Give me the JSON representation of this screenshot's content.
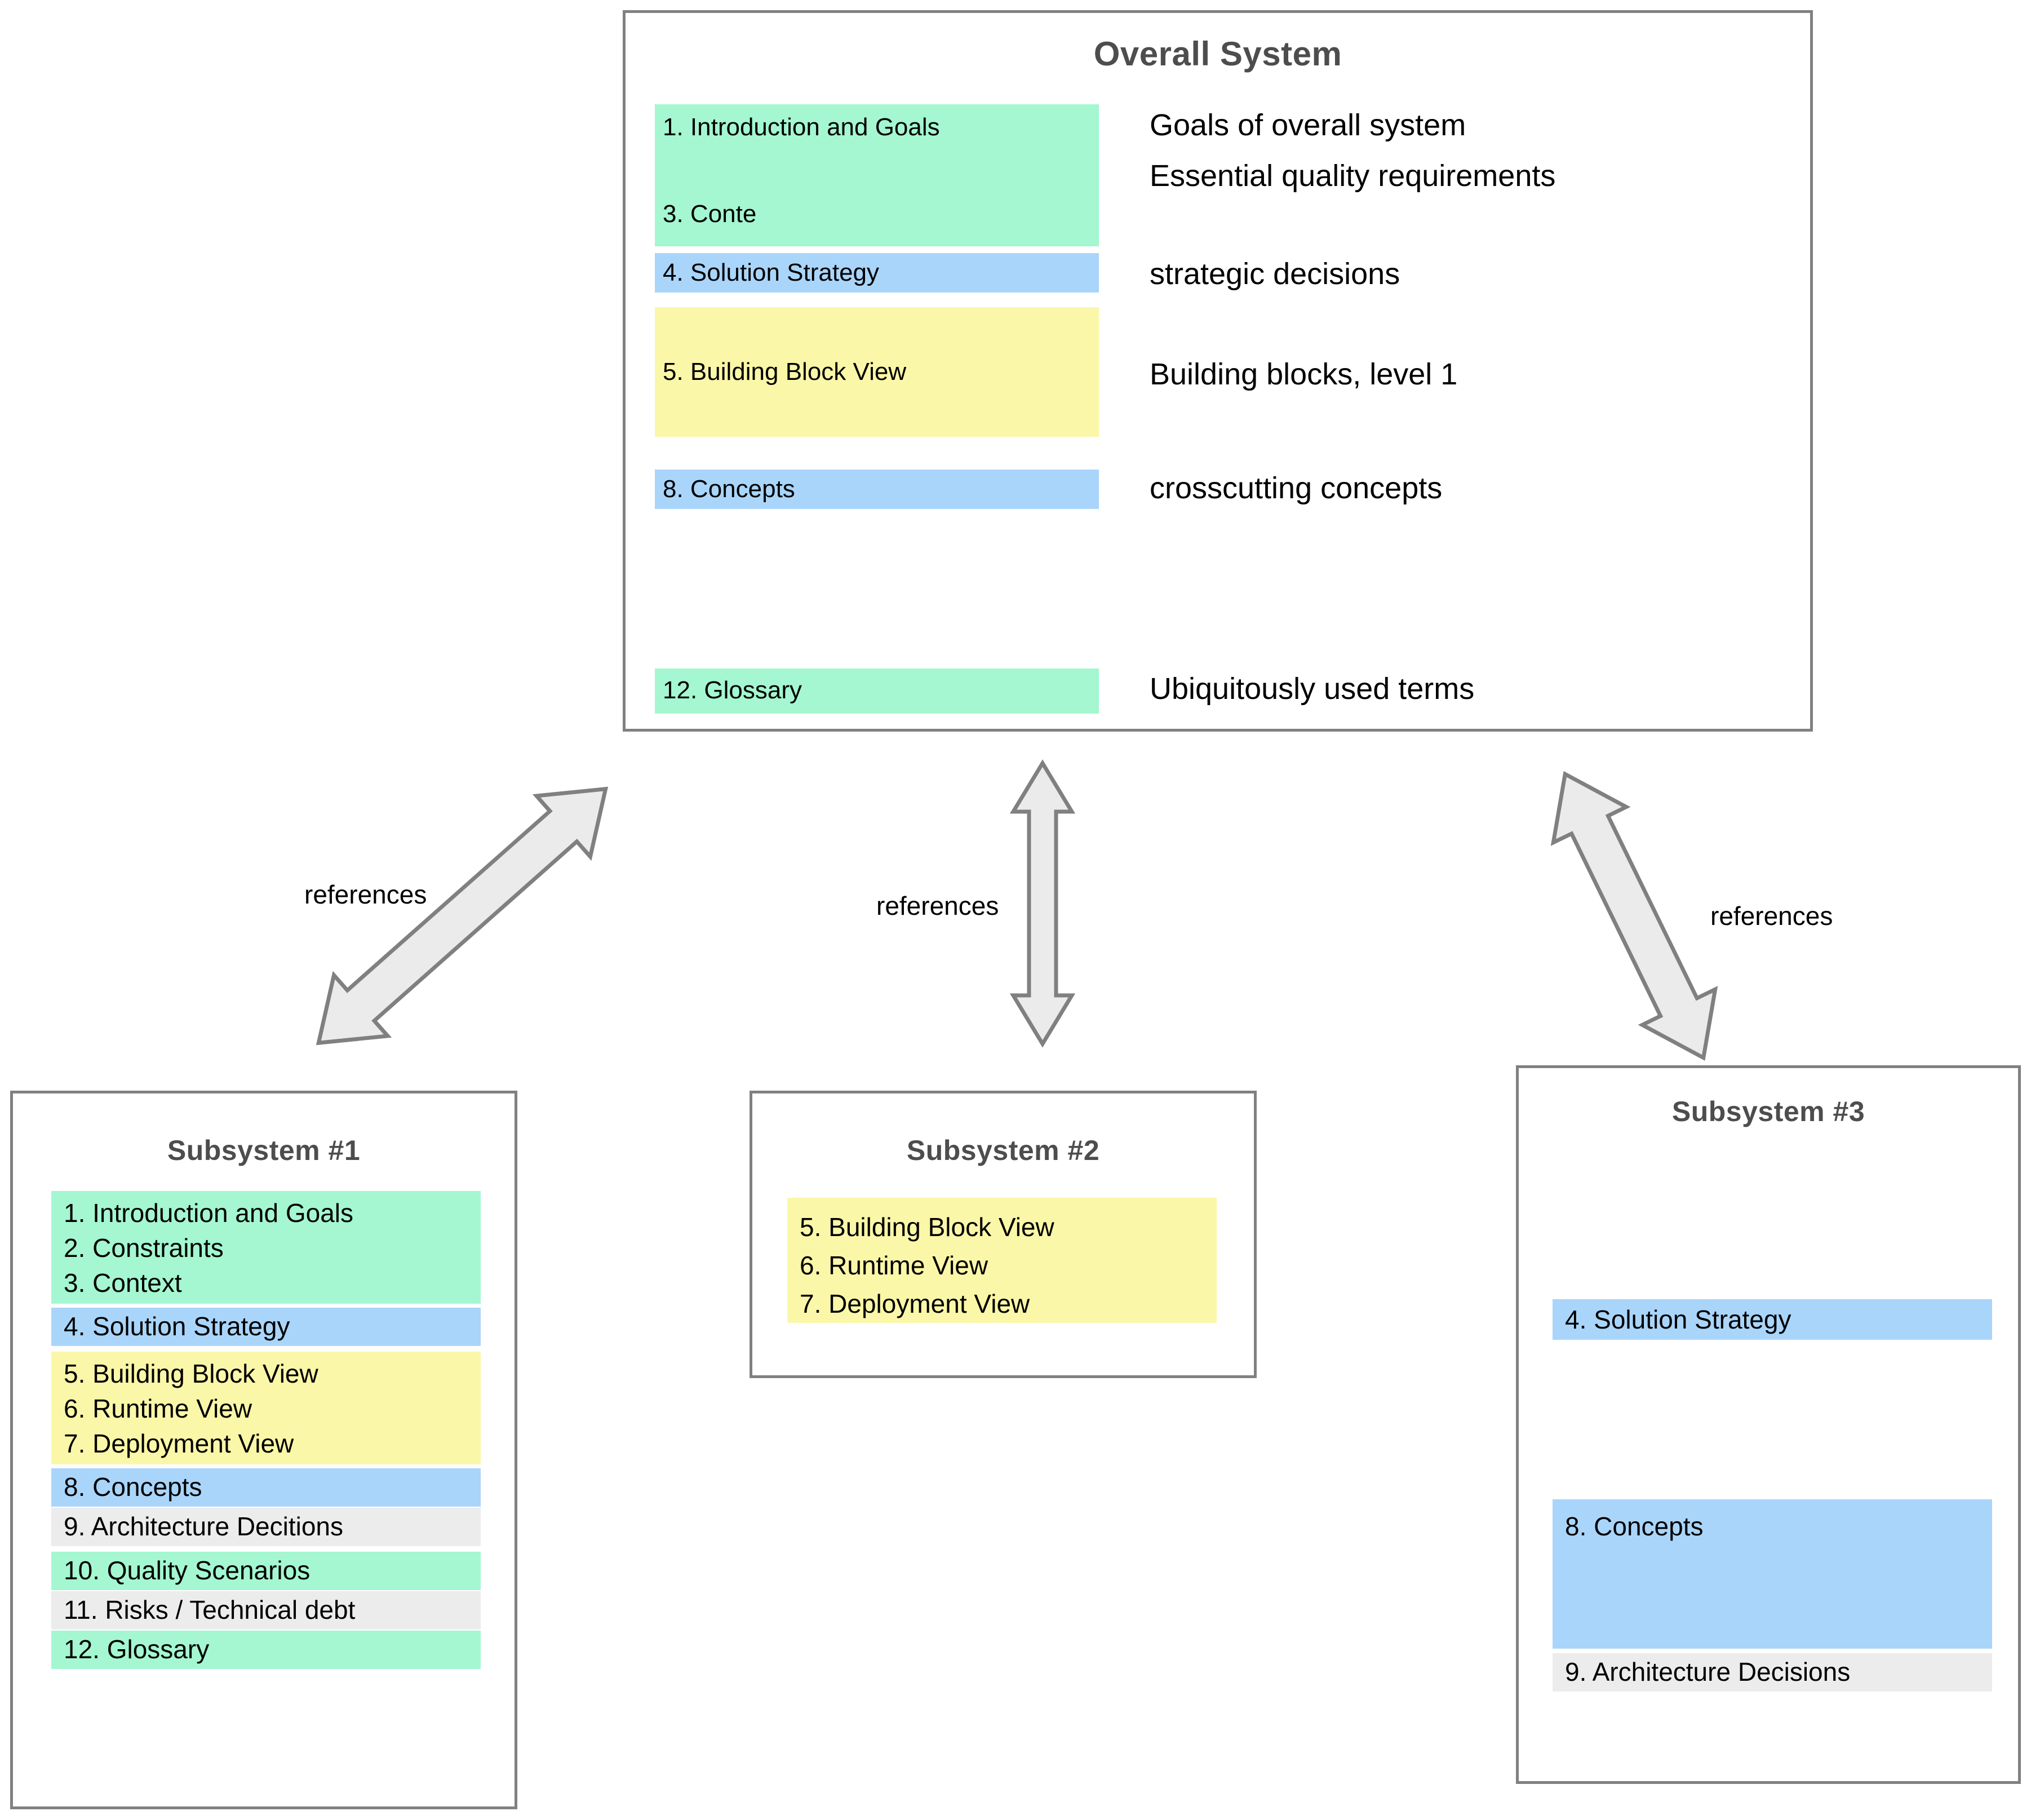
{
  "colors": {
    "green": "#a4f7d0",
    "blue": "#aad5fb",
    "yellow": "#fbf7a8",
    "grey": "#ececec",
    "border": "#808080",
    "arrow_fill": "#ebebeb",
    "arrow_stroke": "#808080",
    "title_text": "#4d4d4d",
    "body_text": "#000000"
  },
  "overall_system": {
    "title": "Overall System",
    "chips": [
      {
        "id": "intro-context",
        "color": "green",
        "lines": [
          "1. Introduction and Goals",
          "3. Conte"
        ]
      },
      {
        "id": "solution-strategy",
        "color": "blue",
        "lines": [
          "4. Solution Strategy"
        ]
      },
      {
        "id": "building-block-view",
        "color": "yellow",
        "lines": [
          "5. Building Block View"
        ]
      },
      {
        "id": "concepts",
        "color": "blue",
        "lines": [
          "8. Concepts"
        ]
      },
      {
        "id": "glossary",
        "color": "green",
        "lines": [
          "12. Glossary"
        ]
      }
    ],
    "notes": [
      "Goals of overall system",
      "Essential quality requirements",
      "strategic decisions",
      "Building blocks, level 1",
      "crosscutting concepts",
      "Ubiquitously used terms"
    ]
  },
  "subsystem1": {
    "title": "Subsystem #1",
    "chips": [
      {
        "id": "s1-green-1",
        "color": "green",
        "lines": [
          "1. Introduction and Goals",
          "2. Constraints",
          "3. Context"
        ]
      },
      {
        "id": "s1-blue-1",
        "color": "blue",
        "lines": [
          "4. Solution Strategy"
        ]
      },
      {
        "id": "s1-yellow-1",
        "color": "yellow",
        "lines": [
          "5. Building Block View",
          "6. Runtime View",
          "7. Deployment View"
        ]
      },
      {
        "id": "s1-blue-2",
        "color": "blue",
        "lines": [
          "8. Concepts"
        ]
      },
      {
        "id": "s1-grey-1",
        "color": "grey",
        "lines": [
          "9. Architecture Decitions"
        ]
      },
      {
        "id": "s1-green-2",
        "color": "green",
        "lines": [
          "10. Quality Scenarios"
        ]
      },
      {
        "id": "s1-grey-2",
        "color": "grey",
        "lines": [
          "11. Risks / Technical debt"
        ]
      },
      {
        "id": "s1-green-3",
        "color": "green",
        "lines": [
          "12. Glossary"
        ]
      }
    ]
  },
  "subsystem2": {
    "title": "Subsystem #2",
    "chips": [
      {
        "id": "s2-yellow-1",
        "color": "yellow",
        "lines": [
          "5. Building Block View",
          "6. Runtime View",
          "7. Deployment View"
        ]
      }
    ]
  },
  "subsystem3": {
    "title": "Subsystem #3",
    "chips": [
      {
        "id": "s3-blue-1",
        "color": "blue",
        "lines": [
          "4. Solution Strategy"
        ]
      },
      {
        "id": "s3-blue-2",
        "color": "blue",
        "lines": [
          "8. Concepts"
        ]
      },
      {
        "id": "s3-grey-1",
        "color": "grey",
        "lines": [
          "9. Architecture Decisions"
        ]
      }
    ]
  },
  "edges": [
    {
      "id": "edge-left",
      "label": "references"
    },
    {
      "id": "edge-middle",
      "label": "references"
    },
    {
      "id": "edge-right",
      "label": "references"
    }
  ]
}
